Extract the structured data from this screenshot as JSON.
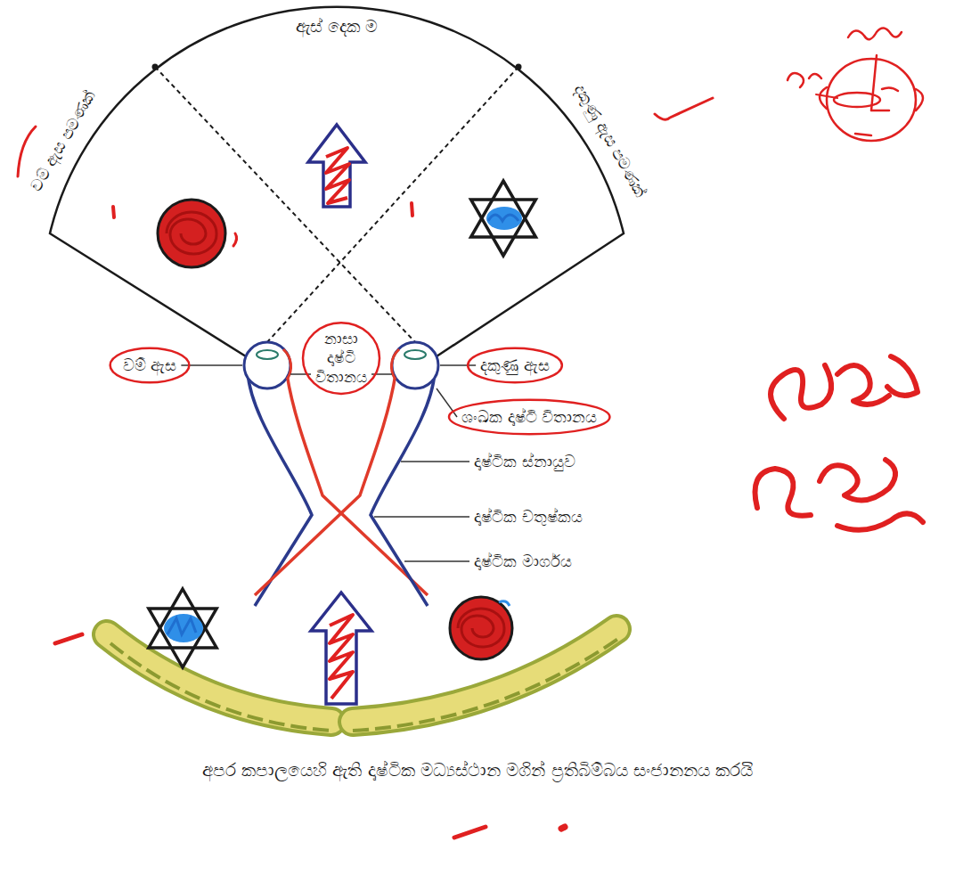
{
  "diagram": {
    "caption": "අපර කපාලයෙහි ඇති දෘෂ්ටික මධ්‍යස්ථාන මගින් ප්‍රතිබිම්බය සංජානනය කරයි",
    "labels": [
      "ඇස් දෙක ම",
      "වම් ඇස පමණක්",
      "දකුණු ඇස පමණක්",
      "වම් ඇස",
      "නාසා දෘෂ්ටි විතානය",
      "දකුණු ඇස",
      "ශංඛක දෘෂ්ටි විතානය",
      "දෘෂ්ටික ස්නායුව",
      "දෘෂ්ටික චතුෂ්කය",
      "දෘෂ්ටික මාර්ගය"
    ]
  }
}
